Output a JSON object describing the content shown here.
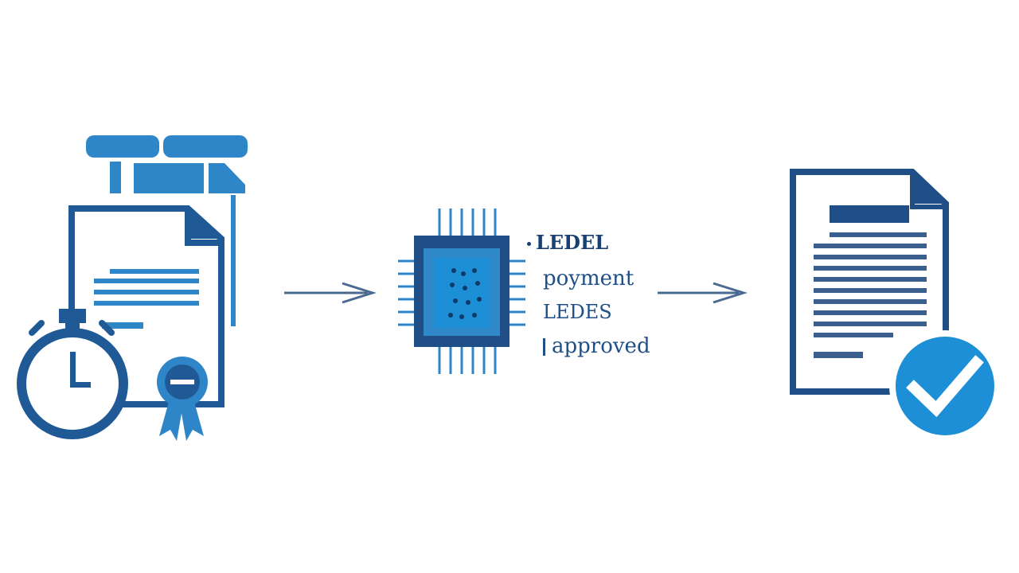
{
  "colors": {
    "dark_blue": "#1f5a96",
    "light_blue": "#2e86c8",
    "bright_blue": "#1c8fd6",
    "arrow": "#4a6b8f"
  },
  "icons": {
    "left": "documents-stopwatch-ribbon-icon",
    "middle": "ai-chip-icon",
    "right": "document-check-icon"
  },
  "labels": [
    "LEDEL",
    "poyment",
    "LEDES",
    "approved"
  ]
}
